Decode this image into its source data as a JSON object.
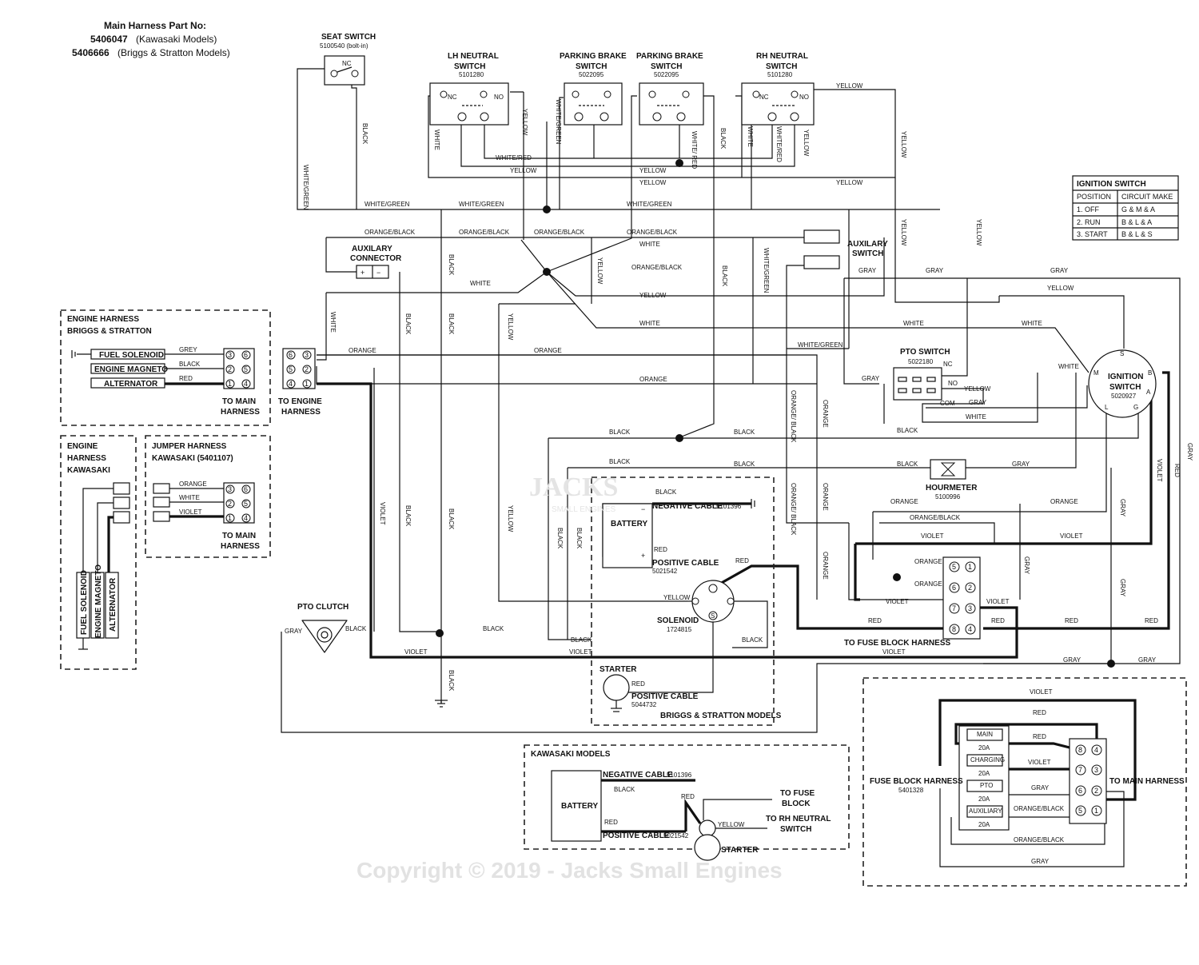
{
  "header": {
    "part_no_label": "Main Harness Part No:",
    "line1_part": "5406047",
    "line1_desc": "(Kawasaki Models)",
    "line2_part": "5406666",
    "line2_desc": "(Briggs & Stratton Models)"
  },
  "switches": {
    "seat": {
      "name": "SEAT SWITCH",
      "part": "5100540 (bolt-in)",
      "contact": "NC"
    },
    "lh_neutral": {
      "name1": "LH NEUTRAL",
      "name2": "SWITCH",
      "part": "5101280"
    },
    "parking1": {
      "name1": "PARKING BRAKE",
      "name2": "SWITCH",
      "part": "5022095"
    },
    "parking2": {
      "name1": "PARKING BRAKE",
      "name2": "SWITCH",
      "part": "5022095"
    },
    "rh_neutral": {
      "name1": "RH NEUTRAL",
      "name2": "SWITCH",
      "part": "5101280"
    },
    "nc": "NC",
    "no": "NO"
  },
  "ignition_table": {
    "title": "IGNITION SWITCH",
    "col1": "POSITION",
    "col2": "CIRCUIT MAKE",
    "rows": [
      {
        "pos": "1. OFF",
        "make": "G & M & A"
      },
      {
        "pos": "2. RUN",
        "make": "B & L & A"
      },
      {
        "pos": "3. START",
        "make": "B & L & S"
      }
    ]
  },
  "aux_switch": {
    "line1": "AUXILARY",
    "line2": "SWITCH"
  },
  "aux_connector": {
    "line1": "AUXILARY",
    "line2": "CONNECTOR",
    "plus": "+",
    "minus": "−"
  },
  "engine_bs": {
    "title1": "ENGINE HARNESS",
    "title2": "BRIGGS & STRATTON",
    "fuel": "FUEL SOLENOID",
    "magneto": "ENGINE MAGNETO",
    "alternator": "ALTERNATOR",
    "grey": "GREY",
    "black": "BLACK",
    "red": "RED",
    "to_main1": "TO MAIN",
    "to_main2": "HARNESS"
  },
  "engine_kaw": {
    "title1": "ENGINE",
    "title2": "HARNESS",
    "title3": "KAWASAKI",
    "fuel": "FUEL SOLENOID",
    "magneto": "ENGINE MAGNETO",
    "alternator": "ALTERNATOR"
  },
  "jumper": {
    "title1": "JUMPER HARNESS",
    "title2": "KAWASAKI (5401107)",
    "orange": "ORANGE",
    "white": "WHITE",
    "violet": "VIOLET",
    "to_main1": "TO MAIN",
    "to_main2": "HARNESS"
  },
  "to_engine": {
    "line1": "TO ENGINE",
    "line2": "HARNESS"
  },
  "pto_switch": {
    "name": "PTO SWITCH",
    "part": "5022180",
    "nc": "NC",
    "no": "NO",
    "com": "COM"
  },
  "ignition_switch": {
    "name1": "IGNITION",
    "name2": "SWITCH",
    "part": "5020927",
    "s": "S",
    "m": "M",
    "b": "B",
    "a": "A",
    "l": "L",
    "g": "G"
  },
  "hourmeter": {
    "name": "HOURMETER",
    "part": "5100996"
  },
  "pto_clutch": {
    "name": "PTO CLUTCH"
  },
  "bs_models": {
    "battery": "BATTERY",
    "neg_cable": "NEGATIVE CABLE",
    "neg_part": "5101396",
    "pos_cable": "POSITIVE CABLE",
    "pos_part": "5021542",
    "solenoid": "SOLENOID",
    "sol_part": "1724815",
    "starter": "STARTER",
    "starter_cable": "POSITIVE CABLE",
    "starter_part": "5044732",
    "title": "BRIGGS & STRATTON MODELS",
    "plus": "+",
    "minus": "−",
    "s": "S"
  },
  "kaw_models": {
    "title": "KAWASAKI MODELS",
    "battery": "BATTERY",
    "neg_cable": "NEGATIVE CABLE",
    "neg_part": "5101396",
    "pos_cable": "POSITIVE CABLE",
    "pos_part": "5021542",
    "to_fuse1": "TO FUSE",
    "to_fuse2": "BLOCK",
    "to_rh1": "TO RH NEUTRAL",
    "to_rh2": "SWITCH",
    "starter": "STARTER"
  },
  "fuse_block": {
    "name": "FUSE BLOCK HARNESS",
    "part": "5401328",
    "to_main": "TO MAIN HARNESS",
    "fuses": [
      {
        "name": "MAIN",
        "amp": "20A"
      },
      {
        "name": "CHARGING",
        "amp": "20A"
      },
      {
        "name": "PTO",
        "amp": "20A"
      },
      {
        "name": "AUXILIARY",
        "amp": "20A"
      }
    ]
  },
  "to_fuse_block": "TO FUSE BLOCK HARNESS",
  "wires": {
    "white": "WHITE",
    "black": "BLACK",
    "yellow": "YELLOW",
    "white_green": "WHITE/GREEN",
    "white_red": "WHITE/RED",
    "white_red_v": "WHITE/ RED",
    "orange": "ORANGE",
    "orange_black": "ORANGE/BLACK",
    "orange_black_v": "ORANGE/ BLACK",
    "violet": "VIOLET",
    "gray": "GRAY",
    "red": "RED"
  },
  "watermark": {
    "copyright": "Copyright © 2019 - Jacks Small Engines",
    "logo": "JACKS",
    "logo_sub": "SMALL ENGINES"
  }
}
